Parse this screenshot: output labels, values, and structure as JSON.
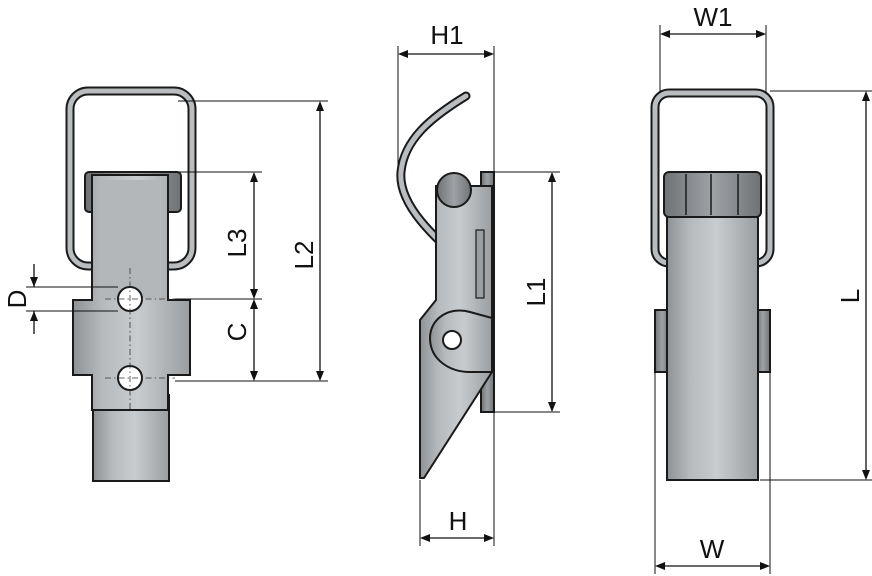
{
  "colors": {
    "metal_light": "#c9ccce",
    "metal_mid": "#a9adaf",
    "metal_dark": "#7f8386",
    "outline": "#1a1a1a"
  },
  "labels": {
    "d": "D",
    "c": "C",
    "l3": "L3",
    "l2": "L2",
    "h1": "H1",
    "l1": "L1",
    "h": "H",
    "w1": "W1",
    "l": "L",
    "w": "W"
  }
}
